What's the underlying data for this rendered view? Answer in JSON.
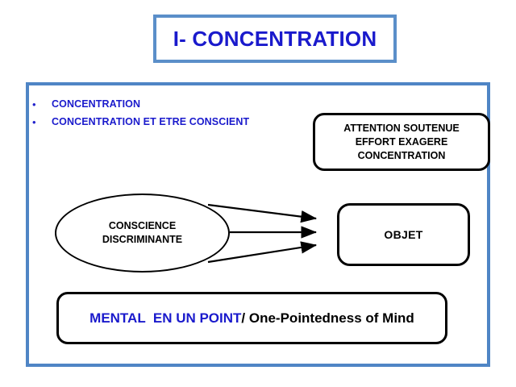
{
  "slide": {
    "title": "I- CONCENTRATION",
    "background_color": "#FFFFFF",
    "accent_blue": "#1A1ACC",
    "frame_blue": "#4F85C5",
    "title_border_blue": "#5B8FC9"
  },
  "bullets": [
    {
      "marker": "•",
      "label": "CONCENTRATION"
    },
    {
      "marker": "•",
      "label": "CONCENTRATION ET ETRE CONSCIENT"
    }
  ],
  "attention_box": {
    "lines": [
      "ATTENTION SOUTENUE",
      "EFFORT EXAGERE",
      "CONCENTRATION"
    ]
  },
  "ellipse": {
    "lines": [
      "CONSCIENCE",
      "DISCRIMINANTE"
    ]
  },
  "objet_box": {
    "label": "OBJET"
  },
  "arrows": {
    "count": 3,
    "direction": "left-to-right",
    "from": "conscience-discriminante-ellipse",
    "to": "objet-box"
  },
  "banner": {
    "highlight": "MENTAL  EN UN POINT",
    "rest": "/ One-Pointedness of Mind"
  }
}
